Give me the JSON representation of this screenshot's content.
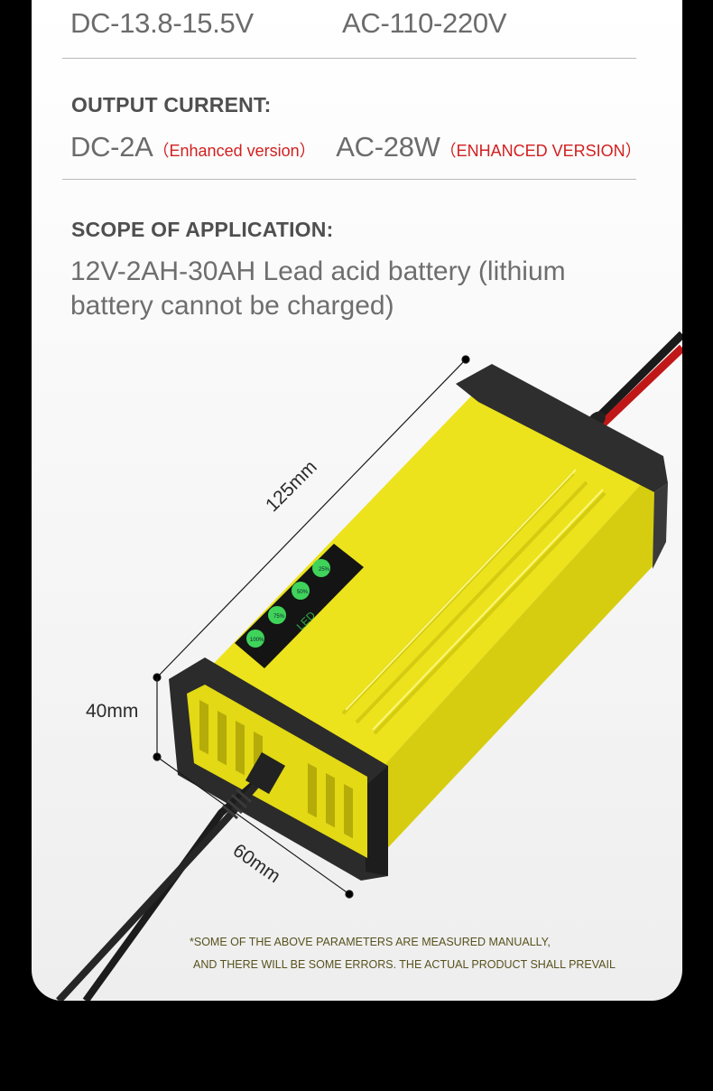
{
  "voltage": {
    "dc": "DC-13.8-15.5V",
    "ac": "AC-110-220V"
  },
  "output_current": {
    "label": "OUTPUT CURRENT:",
    "dc": "DC-2A",
    "dc_note": "（Enhanced version）",
    "ac": "AC-28W",
    "ac_note": "（ENHANCED VERSION）"
  },
  "scope": {
    "label": "SCOPE OF APPLICATION:",
    "text": "12V-2AH-30AH Lead acid battery (lithium battery cannot be charged)"
  },
  "dimensions": {
    "length": "125mm",
    "height": "40mm",
    "width": "60mm"
  },
  "led_panel": {
    "label": "LED",
    "levels": [
      "25%",
      "50%",
      "75%",
      "100%"
    ]
  },
  "disclaimer": {
    "line1": "*SOME OF THE ABOVE PARAMETERS ARE MEASURED MANUALLY,",
    "line2": "AND THERE WILL BE SOME ERRORS. THE ACTUAL PRODUCT SHALL PREVAIL"
  },
  "colors": {
    "body_yellow": "#e8e01a",
    "cap_dark": "#2d2d2d",
    "led_green": "#3fd35a",
    "accent_red": "#d21f1f"
  }
}
